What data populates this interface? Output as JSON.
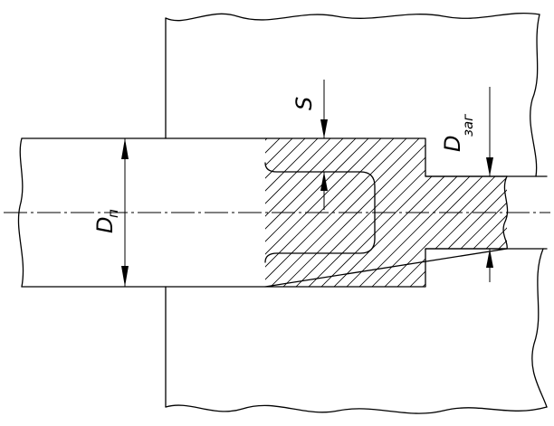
{
  "labels": {
    "punch_diameter": {
      "main": "D",
      "sub": "п"
    },
    "wall_thickness": {
      "main": "S"
    },
    "blank_diameter": {
      "main": "D",
      "sub": "заг"
    }
  }
}
